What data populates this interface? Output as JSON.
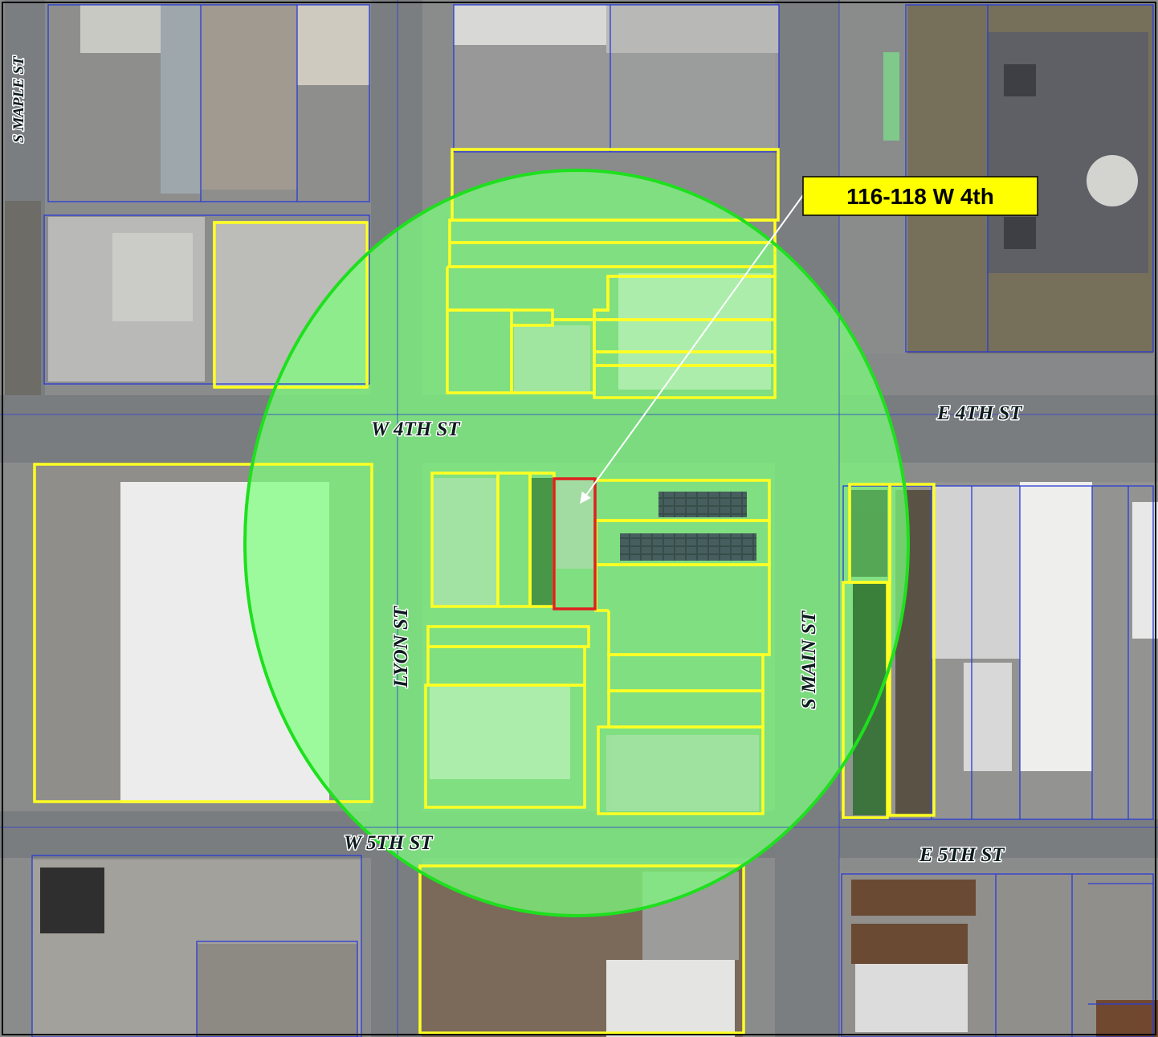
{
  "colors": {
    "buffer_fill": "#7dff7d",
    "buffer_stroke": "#1ee01e",
    "notified_parcel": "#ffff22",
    "subject_parcel": "#e02020",
    "parcel_line": "#2a3bd6",
    "callout_bg": "#ffff00",
    "arrow": "#ffffff"
  },
  "callout": {
    "label": "116-118 W 4th"
  },
  "streets": {
    "s_maple": "S MAPLE ST",
    "w_4th": "W 4TH ST",
    "e_4th": "E 4TH ST",
    "lyon": "LYON ST",
    "s_main": "S MAIN ST",
    "w_5th": "W 5TH ST",
    "e_5th": "E 5TH ST"
  }
}
